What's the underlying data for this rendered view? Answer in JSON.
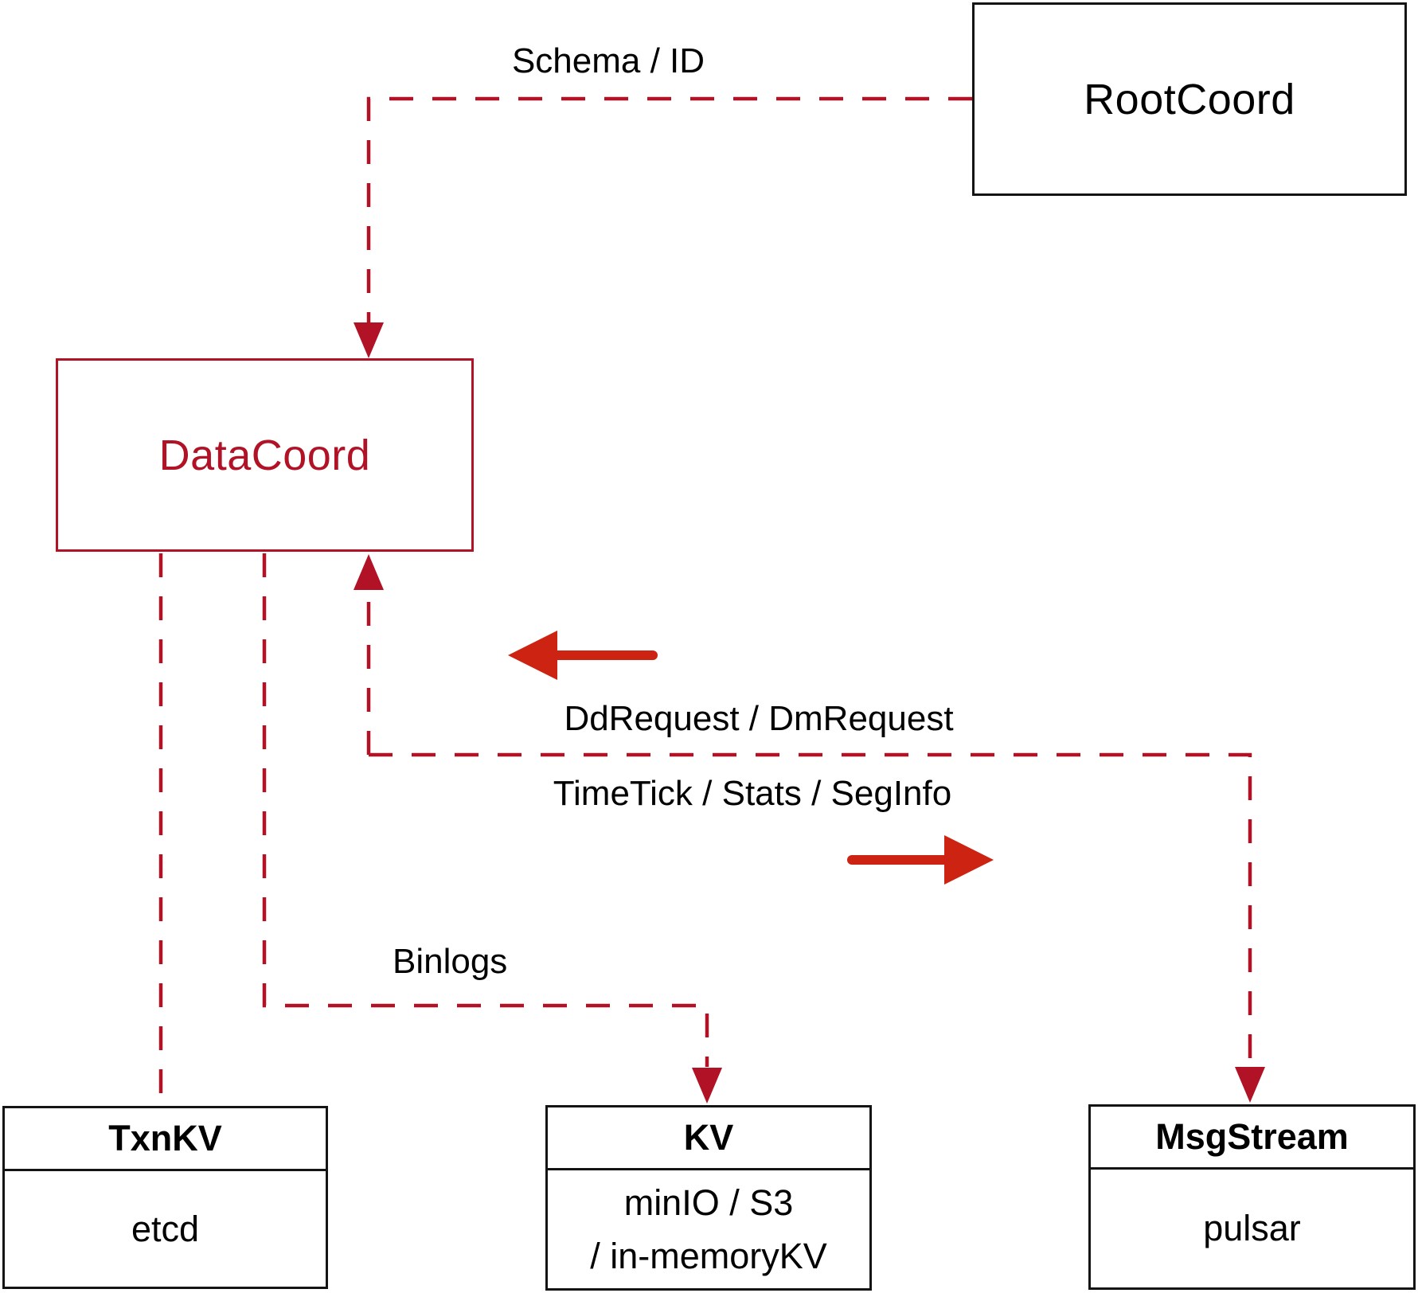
{
  "colors": {
    "dashed_line": "#b11226",
    "solid_arrow": "#cc2312",
    "box_border_black": "#141414",
    "datacoord_red": "#b11226"
  },
  "nodes": {
    "root_coord": {
      "label": "RootCoord"
    },
    "data_coord": {
      "label": "DataCoord"
    },
    "txn_kv": {
      "title": "TxnKV",
      "impl": "etcd"
    },
    "kv": {
      "title": "KV",
      "impl_line1": "minIO / S3",
      "impl_line2": "/ in-memoryKV"
    },
    "msg_stream": {
      "title": "MsgStream",
      "impl": "pulsar"
    }
  },
  "edges": {
    "schema_label": "Schema / ID",
    "ddrequest_label": "DdRequest / DmRequest",
    "timetick_label": "TimeTick / Stats / SegInfo",
    "binlogs_label": "Binlogs"
  }
}
